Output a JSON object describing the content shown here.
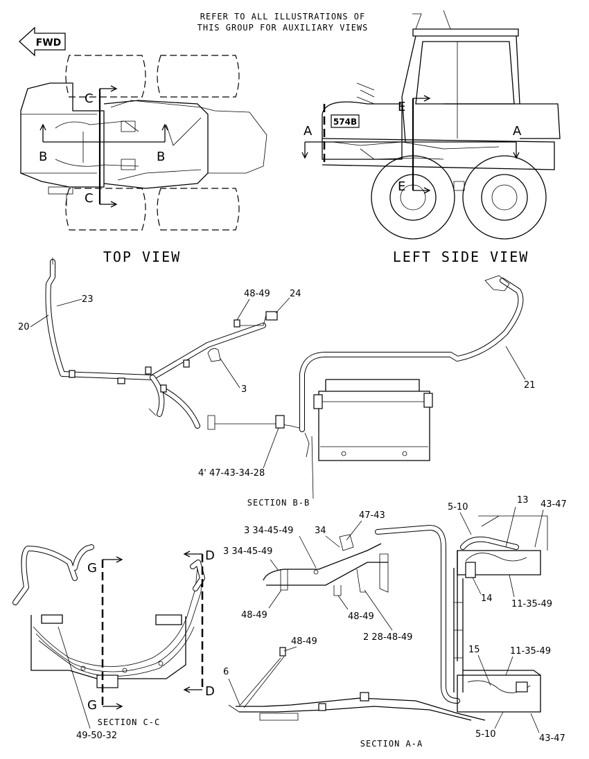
{
  "header": {
    "note_line1": "REFER TO ALL ILLUSTRATIONS OF",
    "note_line2": "THIS GROUP FOR AUXILIARY VIEWS",
    "fwd_label": "FWD"
  },
  "views": {
    "top_view": "TOP VIEW",
    "left_side_view": "LEFT SIDE VIEW",
    "model_badge": "574B"
  },
  "sections": {
    "b_b": "SECTION B-B",
    "c_c": "SECTION C-C",
    "a_a": "SECTION A-A"
  },
  "cut_letters": {
    "c": "C",
    "b": "B",
    "a": "A",
    "e": "E",
    "d": "D",
    "g": "G"
  },
  "callouts": {
    "bb": {
      "c20": "20",
      "c23": "23",
      "c48_49": "48-49",
      "c24": "24",
      "c3": "3",
      "c21": "21",
      "c4_47_43_34_28": "4' 47-43-34-28"
    },
    "cc": {
      "c49_50_32": "49-50-32"
    },
    "aa": {
      "c47_43": "47-43",
      "c3_34_45_49_top": "3 34-45-49",
      "c34": "34",
      "c3_34_45_49_mid": "3 34-45-49",
      "c5_10_top": "5-10",
      "c13": "13",
      "c43_47_top": "43-47",
      "c14": "14",
      "c11_35_49_top": "11-35-49",
      "c48_49_left": "48-49",
      "c48_49_mid": "48-49",
      "c2_28_48_49": "2 28-48-49",
      "c48_49_low": "48-49",
      "c15": "15",
      "c11_35_49_low": "11-35-49",
      "c6": "6",
      "c5_10_low": "5-10",
      "c43_47_low": "43-47"
    }
  }
}
